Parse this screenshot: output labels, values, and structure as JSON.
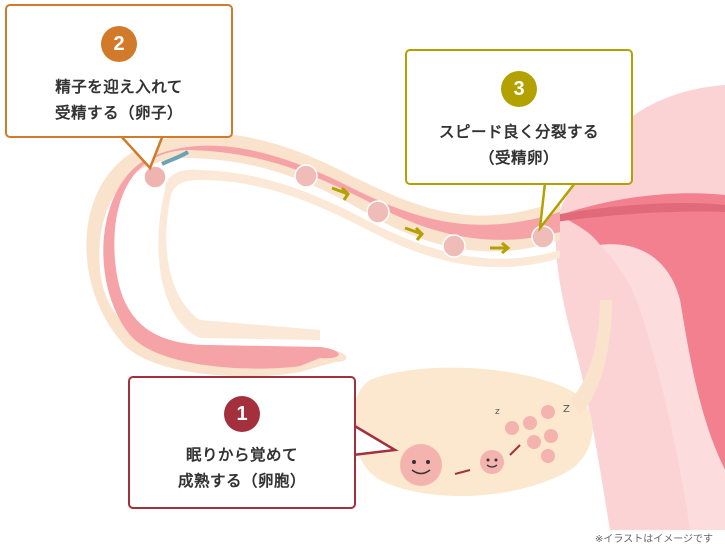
{
  "colors": {
    "step1": "#a3303c",
    "step2": "#d07a2a",
    "step3": "#b3a100",
    "tube_wall": "#f9e3cc",
    "tube_lumen": "#f6a3a8",
    "uterus_outer": "#fbd3d5",
    "uterus_inner": "#f2808f",
    "ovary": "#fbe8cf"
  },
  "callouts": [
    {
      "id": "1",
      "number": "1",
      "lines": [
        "眠りから覚めて",
        "成熟する（卵胞）"
      ]
    },
    {
      "id": "2",
      "number": "2",
      "lines": [
        "精子を迎え入れて",
        "受精する（卵子）"
      ]
    },
    {
      "id": "3",
      "number": "3",
      "lines": [
        "スピード良く分裂する",
        "（受精卵）"
      ]
    }
  ],
  "footnote": "※イラストはイメージです"
}
